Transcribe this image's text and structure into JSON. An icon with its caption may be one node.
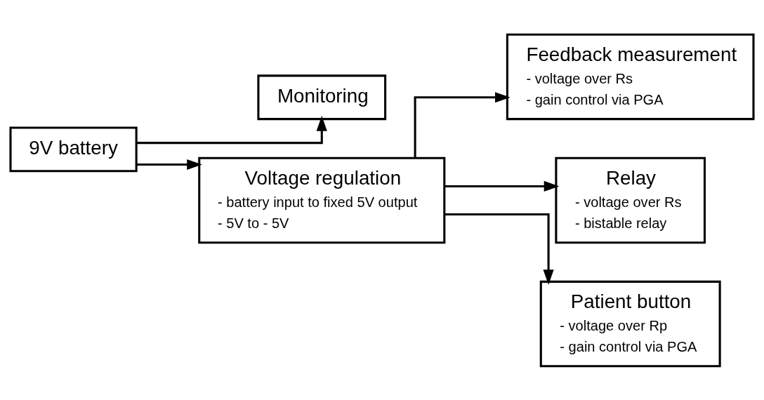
{
  "diagram": {
    "nodes": [
      {
        "text": [
          "9V battery"
        ]
      },
      {
        "text": [
          "Monitoring"
        ]
      },
      {
        "text": [
          "Voltage regulation",
          "- battery input to fixed 5V output",
          "- 5V to - 5V"
        ]
      },
      {
        "text": [
          "Feedback measurement",
          "- voltage over Rs",
          "- gain control via PGA"
        ]
      },
      {
        "text": [
          "Relay",
          "- voltage over Rs",
          "- bistable relay"
        ]
      },
      {
        "text": [
          "Patient button",
          "- voltage over Rp",
          "- gain control via PGA"
        ]
      }
    ],
    "edges": [
      {
        "from": 0,
        "to": 1,
        "arrow": "to"
      },
      {
        "from": 0,
        "to": 2,
        "arrow": "to"
      },
      {
        "from": 2,
        "to": 3,
        "arrow": "to"
      },
      {
        "from": 2,
        "to": 4,
        "arrow": "to"
      },
      {
        "from": 2,
        "to": 5,
        "arrow": "to"
      }
    ]
  }
}
